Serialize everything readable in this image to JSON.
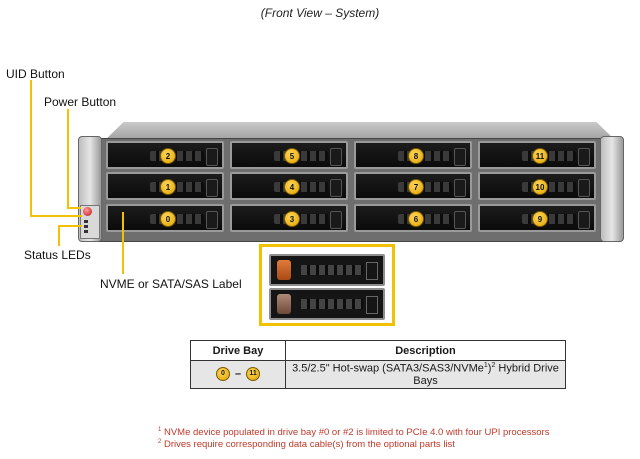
{
  "title": "(Front View – System)",
  "callouts": {
    "uid_button": "UID Button",
    "power_button": "Power Button",
    "status_leds": "Status LEDs",
    "drive_label": "NVME or SATA/SAS Label"
  },
  "accent_color": "#f2c200",
  "bays": {
    "top": [
      "2",
      "5",
      "8",
      "11"
    ],
    "middle": [
      "1",
      "4",
      "7",
      "10"
    ],
    "bottom": [
      "0",
      "3",
      "6",
      "9"
    ]
  },
  "table": {
    "headers": [
      "Drive Bay",
      "Description"
    ],
    "bay_start": "0",
    "bay_dash": "–",
    "bay_end": "11",
    "description_pre": "3.5/2.5\" Hot-swap (SATA3/SAS3/NVMe",
    "description_sup1": "1",
    "description_mid": ")",
    "description_sup2": "2",
    "description_post": " Hybrid Drive Bays"
  },
  "footnotes": [
    {
      "mark": "1",
      "text": " NVMe device populated in drive bay #0 or #2 is limited to PCIe 4.0 with four UPI processors"
    },
    {
      "mark": "2",
      "text": " Drives require corresponding data cable(s) from the optional parts list"
    }
  ]
}
